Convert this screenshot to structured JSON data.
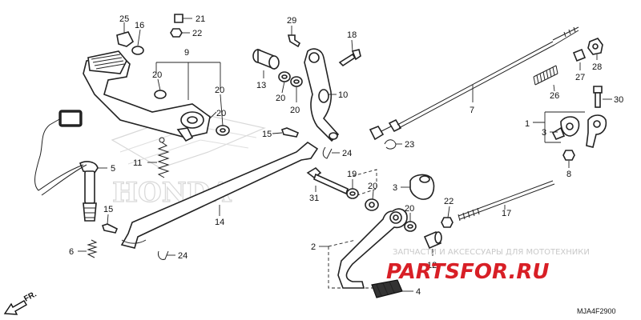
{
  "parts": {
    "p1": "1",
    "p2": "2",
    "p3a": "3",
    "p3b": "3",
    "p4": "4",
    "p5": "5",
    "p6": "6",
    "p7": "7",
    "p8": "8",
    "p9": "9",
    "p10": "10",
    "p11": "11",
    "p12": "12",
    "p13": "13",
    "p14": "14",
    "p15a": "15",
    "p15b": "15",
    "p16": "16",
    "p17": "17",
    "p18": "18",
    "p19": "19",
    "p20a": "20",
    "p20b": "20",
    "p20c": "20",
    "p20d": "20",
    "p20e": "20",
    "p20f": "20",
    "p20g": "20",
    "p21": "21",
    "p22a": "22",
    "p22b": "22",
    "p23": "23",
    "p24a": "24",
    "p24b": "24",
    "p25": "25",
    "p26": "26",
    "p27": "27",
    "p28": "28",
    "p29": "29",
    "p30": "30",
    "p31": "31"
  },
  "direction_label": "FR.",
  "diagram_code": "MJA4F2900",
  "watermark": {
    "tagline": "ЗАПЧАСТИ И АКСЕССУАРЫ ДЛЯ МОТОТЕХНИКИ",
    "brand": "PARTSFOR.RU",
    "background_logo": "HONDA"
  },
  "colors": {
    "line": "#222222",
    "brand_red": "#d81f26",
    "watermark_grey": "#c9c9c9"
  }
}
